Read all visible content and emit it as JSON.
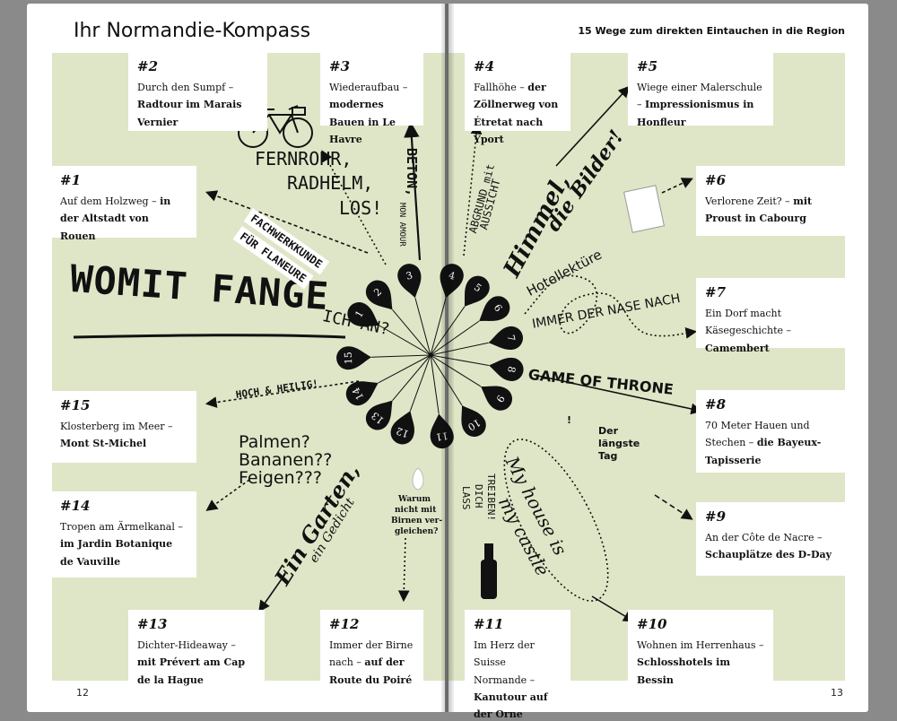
{
  "header": {
    "left_title": "Ihr Normandie-Kompass",
    "right_title": "15 Wege zum direkten Eintauchen in die Region"
  },
  "page_numbers": {
    "left": "12",
    "right": "13"
  },
  "tiles": [
    {
      "id": "1",
      "num": "#1",
      "pre": "Auf dem Holzweg – ",
      "bold": "in der Altstadt von Rouen"
    },
    {
      "id": "2",
      "num": "#2",
      "pre": "Durch den Sumpf – ",
      "bold": "Radtour im Marais Vernier"
    },
    {
      "id": "3",
      "num": "#3",
      "pre": "Wiederaufbau – ",
      "bold": "modernes Bauen in Le Havre"
    },
    {
      "id": "4",
      "num": "#4",
      "pre": "Fallhöhe – ",
      "bold": "der Zöllnerweg von Étretat nach Yport"
    },
    {
      "id": "5",
      "num": "#5",
      "pre": "Wiege einer Malerschule – ",
      "bold": "Impressionismus in Honfleur"
    },
    {
      "id": "6",
      "num": "#6",
      "pre": "Verlorene Zeit? – ",
      "bold": "mit Proust in Cabourg"
    },
    {
      "id": "7",
      "num": "#7",
      "pre": "Ein Dorf macht Käsegeschichte – ",
      "bold": "Camembert"
    },
    {
      "id": "8",
      "num": "#8",
      "pre": "70 Meter Hauen und Stechen – ",
      "bold": "die Bayeux-Tapisserie"
    },
    {
      "id": "9",
      "num": "#9",
      "pre": "An der Côte de Nacre – ",
      "bold": "Schauplätze des D-Day"
    },
    {
      "id": "10",
      "num": "#10",
      "pre": "Wohnen im Herrenhaus – ",
      "bold": "Schlosshotels im Bessin"
    },
    {
      "id": "11",
      "num": "#11",
      "pre": "Im Herz der Suisse Normande – ",
      "bold": "Kanutour auf der Orne"
    },
    {
      "id": "12",
      "num": "#12",
      "pre": "Immer der Birne nach – ",
      "bold": "auf der Route du Poiré"
    },
    {
      "id": "13",
      "num": "#13",
      "pre": "Dichter-Hideaway – ",
      "bold": "mit Prévert am Cap de la Hague"
    },
    {
      "id": "14",
      "num": "#14",
      "pre": "Tropen am Ärmelkanal – ",
      "bold": "im Jardin Botanique de Vauville"
    },
    {
      "id": "15",
      "num": "#15",
      "pre": "Klosterberg im Meer – ",
      "bold": "Mont St-Michel"
    }
  ],
  "pins": [
    "1",
    "2",
    "3",
    "4",
    "5",
    "6",
    "7",
    "8",
    "9",
    "10",
    "11",
    "12",
    "13",
    "14",
    "15"
  ],
  "deco": {
    "womit": "WOMIT FANGE",
    "ich": "ICH AN?",
    "fernrohr": "FERNROHR,",
    "radhelm": "RADHELM,",
    "los": "LOS!",
    "fachwerk1": "FACHWERKKUNDE",
    "fachwerk2": "FÜR FLANEURE",
    "beton": "BETON,",
    "monamour": "MON AMOUR",
    "abgrund1": "ABGRUND mit",
    "abgrund2": "AUSSICHT",
    "himmel1": "Himmel,",
    "himmel2": "die Bilder!",
    "hotel": "Hotellektüre",
    "nase": "IMMER DER NASE NACH",
    "got": "GAME OF THRONE",
    "laengste1": "Der",
    "laengste2": "längste",
    "laengste3": "Tag",
    "excl": "!",
    "house1": "My house is",
    "house2": "my castle",
    "lass1": "LASS",
    "lass2": "DICH",
    "lass3": "TREIBEN!",
    "birnen1": "Warum",
    "birnen2": "nicht mit",
    "birnen3": "Birnen ver-",
    "birnen4": "gleichen?",
    "garten1": "Ein Garten,",
    "garten2": "ein Gedicht",
    "palmen1": "Palmen?",
    "palmen2": "Bananen??",
    "palmen3": "Feigen???",
    "hoch": "HOCH & HEILIG!"
  }
}
